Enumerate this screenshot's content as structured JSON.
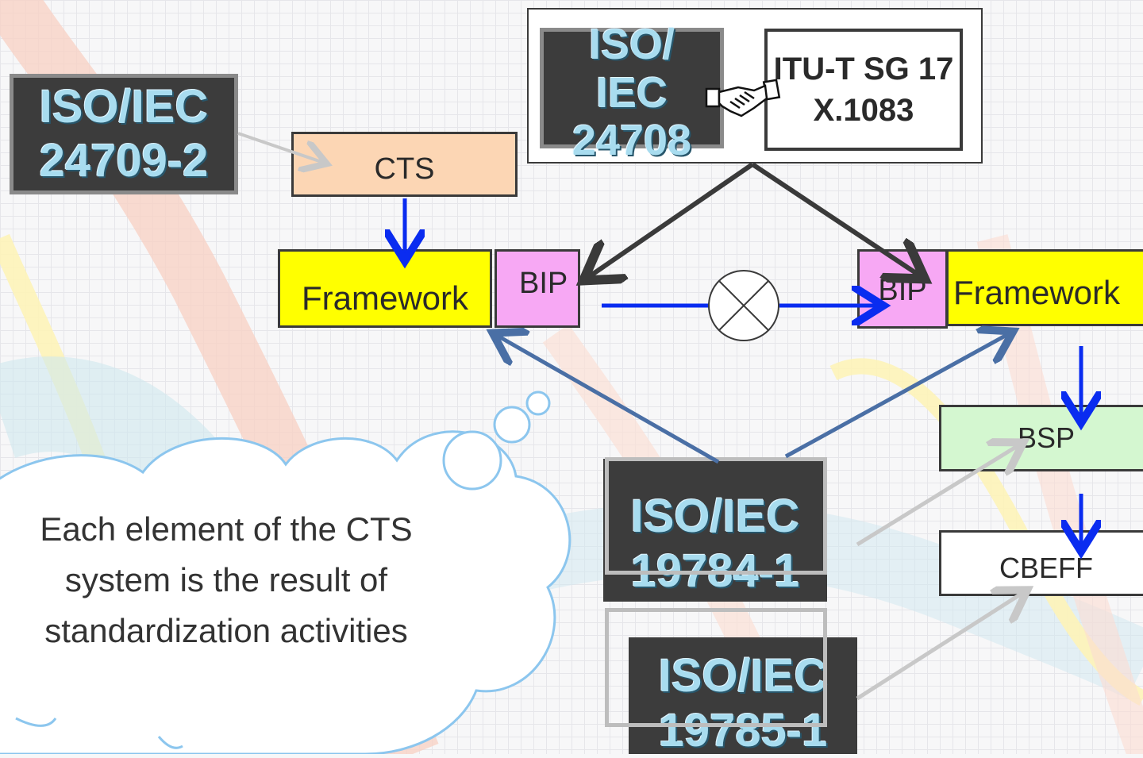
{
  "boxes": {
    "iso_24709_2": "ISO/IEC\n24709-2",
    "iso_24708": "ISO/\nIEC\n24708",
    "itu": "ITU-T SG 17\nX.1083",
    "cts": "CTS",
    "framework_left": "Framework",
    "bip_left": "BIP",
    "bip_right": "BIP",
    "framework_right": "Framework",
    "bsp": "BSP",
    "cbeff": "CBEFF",
    "iso_19784_1": "ISO/IEC\n19784-1",
    "iso_19785_1": "ISO/IEC\n19785-1"
  },
  "cloud_text": "Each element of the CTS system is the result of standardization activities",
  "icons": {
    "handshake": "handshake-icon",
    "interop": "circle-cross-icon"
  },
  "colors": {
    "dark_box": "#3c3c3c",
    "iso_text": "#a8dcef",
    "cts_fill": "#fcd6b4",
    "framework_fill": "#ffff00",
    "bip_fill": "#f7a8f4",
    "bsp_fill": "#d4f7d0",
    "blue_arrow": "#0a2cf0",
    "steel_arrow": "#4a6fa5",
    "dark_arrow": "#3a3a3a",
    "grey_arrow": "#c8c8c8",
    "cloud_stroke": "#8cc6ee"
  }
}
